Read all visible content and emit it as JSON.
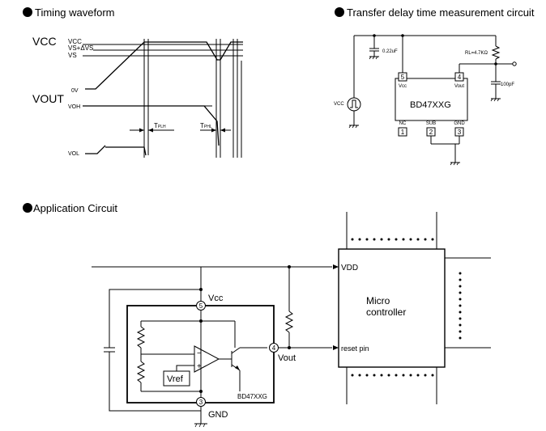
{
  "sections": {
    "timing_title": "Timing waveform",
    "transfer_title": "Transfer delay time measurement circuit",
    "application_title": "Application Circuit"
  },
  "timing": {
    "vcc_label": "VCC",
    "vout_label": "VOUT",
    "level_vcc": "VCC",
    "level_vs_dvs": "VS+ΔVS",
    "level_vs": "VS",
    "level_0v": "0V",
    "level_voh": "VOH",
    "level_vol": "VOL",
    "tplh_main": "T",
    "tplh_sub": "PLH",
    "tphl_main": "T",
    "tphl_sub": "PHL"
  },
  "transfer": {
    "cap_top": "0.22uF",
    "rl": "RL=4.7KΩ",
    "cap_out": "100pF",
    "vcc_source": "VCC",
    "chip": "BD47XXG",
    "pin5": "5",
    "pin4": "4",
    "pin1": "1",
    "pin2": "2",
    "pin3": "3",
    "pin5_name": "Vcc",
    "pin4_name": "Vout",
    "pin1_name": "NC",
    "pin2_name": "SUB",
    "pin3_name": "GND"
  },
  "application": {
    "vcc": "Vcc",
    "vout": "Vout",
    "gnd": "GND",
    "vref": "Vref",
    "chip": "BD47XXG",
    "vdd": "VDD",
    "mcu_line1": "Micro",
    "mcu_line2": "controller",
    "reset_pin": "reset pin",
    "pin5": "5",
    "pin4": "4",
    "pin3": "3"
  }
}
